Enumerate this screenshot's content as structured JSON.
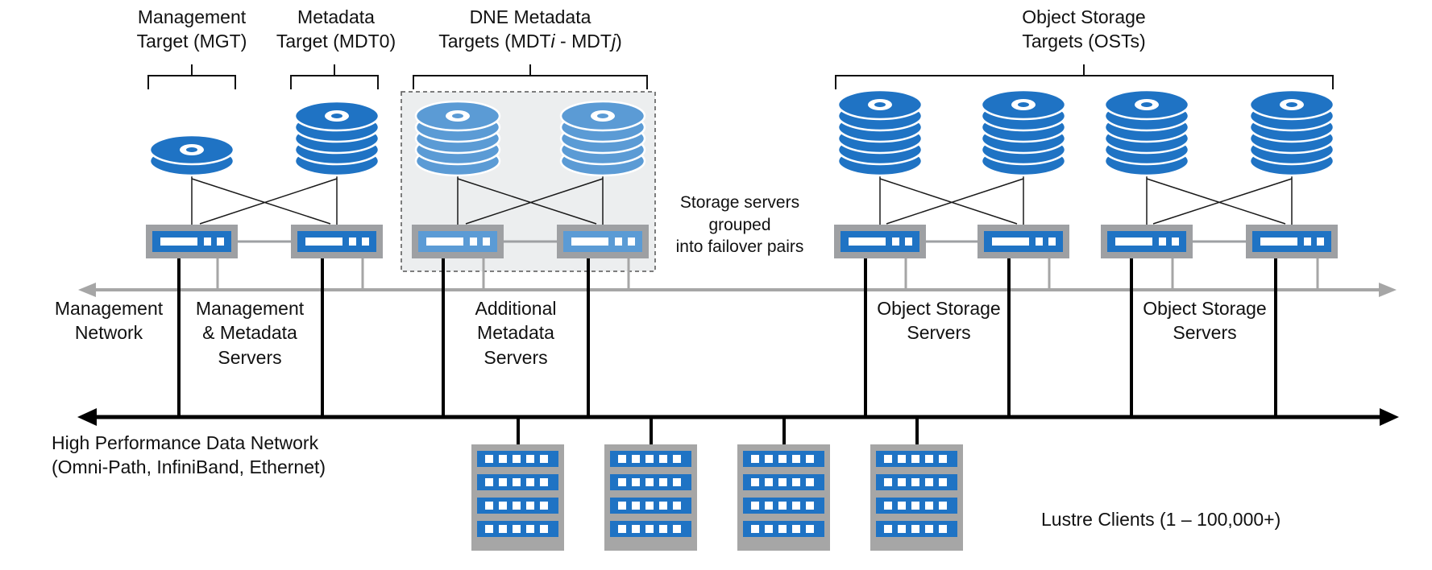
{
  "labels": {
    "mgt": [
      "Management",
      "Target (MGT)"
    ],
    "mdt0": [
      "Metadata",
      "Target (MDT0)"
    ],
    "dne": {
      "line1": "DNE Metadata",
      "pre": "Targets (MDT",
      "i": "i",
      "mid": " - MDT",
      "j": "j",
      "post": ")"
    },
    "ost": [
      "Object Storage",
      "Targets (OSTs)"
    ],
    "failover": [
      "Storage servers",
      "grouped",
      "into failover pairs"
    ],
    "mgmt_network": [
      "Management",
      "Network"
    ],
    "mgmt_meta_servers": [
      "Management",
      "& Metadata",
      "Servers"
    ],
    "add_meta_servers": [
      "Additional",
      "Metadata",
      "Servers"
    ],
    "oss_a": [
      "Object Storage",
      "Servers"
    ],
    "oss_b": [
      "Object Storage",
      "Servers"
    ],
    "hpdn": [
      "High Performance Data Network",
      "(Omni-Path, InfiniBand, Ethernet)"
    ],
    "clients": "Lustre Clients (1 – 100,000+)"
  },
  "colors": {
    "disk": "#1f73c4",
    "disk_light": "#5b9bd5",
    "server_frame": "#9ea0a3",
    "server_body": "#1f73c4",
    "mgmt_network": "#a6a6a6",
    "data_network": "#000000",
    "dne_box": "#eceeef"
  },
  "icons": {
    "disk_single": "disk-icon",
    "disk_stack": "disk-stack-icon",
    "server": "server-icon",
    "client": "client-rack-icon"
  }
}
